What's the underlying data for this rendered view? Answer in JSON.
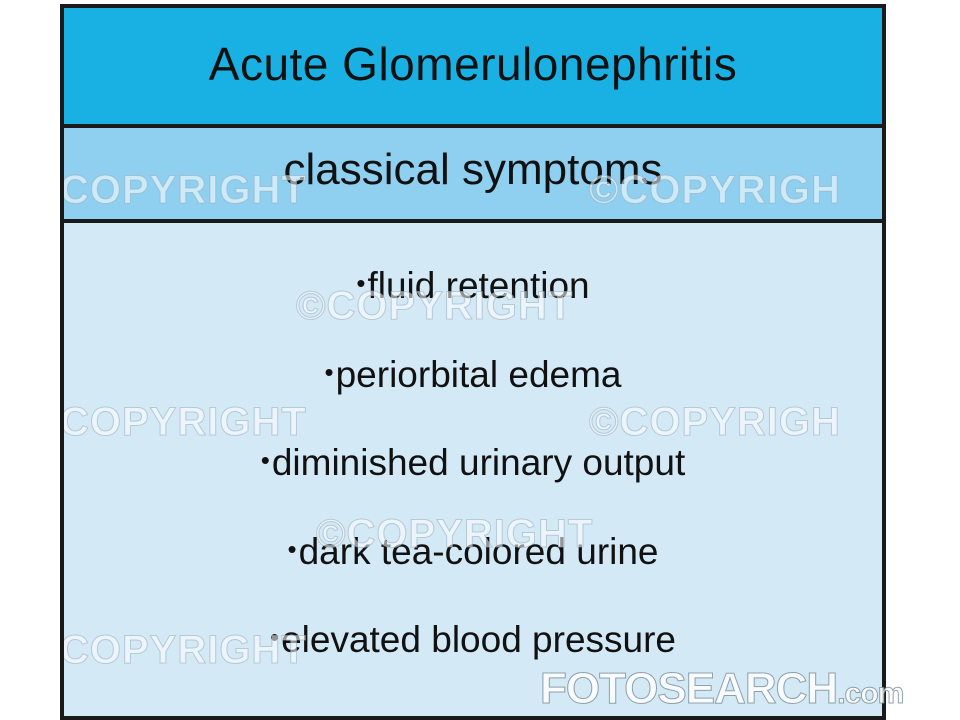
{
  "slide": {
    "title": "Acute Glomerulonephritis",
    "subtitle": "classical symptoms",
    "symptoms": [
      "fluid retention",
      "periorbital edema",
      "diminished urinary output",
      "dark tea-colored urine",
      "elevated blood pressure"
    ]
  },
  "watermarks": {
    "copyright": "©COPYRIGHT",
    "copyright_plain": "COPYRIGHT",
    "copyright_cut": "©COPYRIGH",
    "brand": "FOTOSEARCH",
    "brand_suffix": ".com"
  },
  "colors": {
    "title_band": "#19b1e3",
    "subtitle_band": "#8fd0f0",
    "body_band": "#d3e9f6",
    "border": "#1a1a1a"
  }
}
